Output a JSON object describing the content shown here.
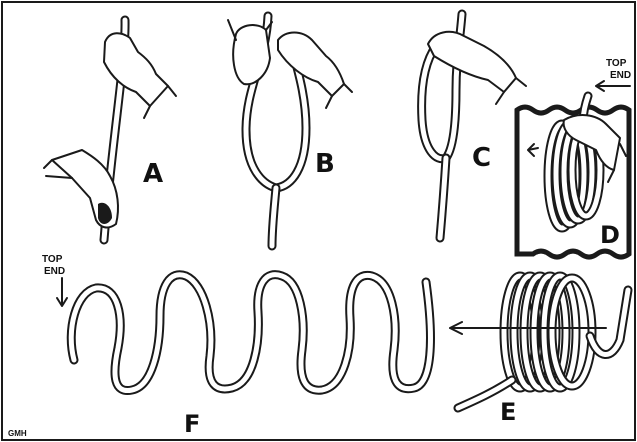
{
  "illustration": {
    "panel_labels": {
      "a": "A",
      "b": "B",
      "c": "C",
      "d": "D",
      "e": "E",
      "f": "F"
    },
    "top_end_right": [
      "TOP",
      "END"
    ],
    "top_end_left": [
      "TOP",
      "END"
    ],
    "signature": "GMH"
  }
}
